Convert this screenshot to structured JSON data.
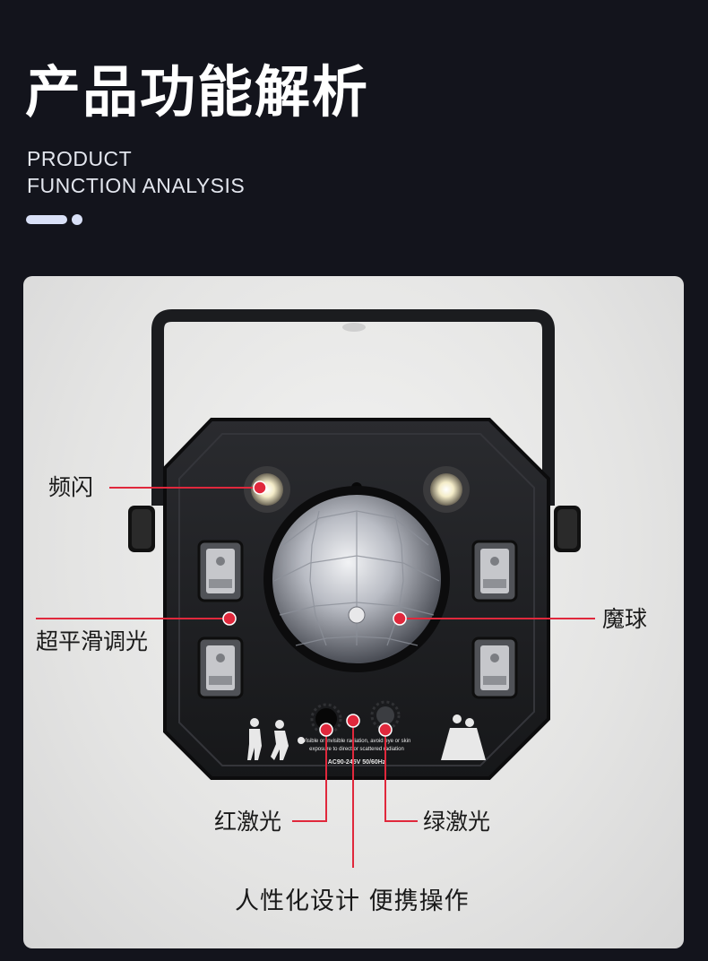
{
  "header": {
    "title_cn": "产品功能解析",
    "title_en_line1": "PRODUCT",
    "title_en_line2": "FUNCTION ANALYSIS"
  },
  "product": {
    "warning_text_1": "Visible or invisible radiation, avoid eye or skin",
    "warning_text_2": "exposure to direct or scattered radiation",
    "voltage_text": "AC90-245V 50/60Hz"
  },
  "labels": {
    "strobe": "频闪",
    "smooth_dimming": "超平滑调光",
    "magic_ball": "魔球",
    "red_laser": "红激光",
    "green_laser": "绿激光",
    "bottom_caption": "人性化设计 便携操作"
  },
  "colors": {
    "background": "#13141c",
    "accent_red": "#e0283c",
    "title": "#ffffff",
    "decoration": "#d9e0f7"
  }
}
